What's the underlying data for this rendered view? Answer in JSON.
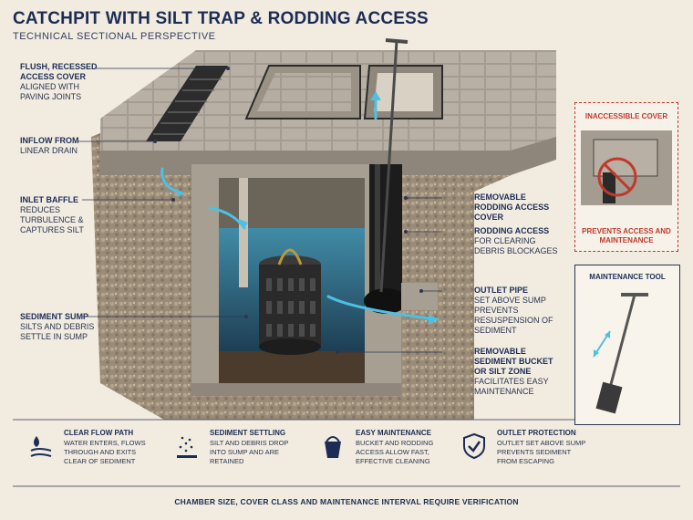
{
  "header": {
    "title": "CATCHPIT WITH SILT TRAP & RODDING ACCESS",
    "subtitle": "TECHNICAL SECTIONAL PERSPECTIVE"
  },
  "left_labels": [
    {
      "title": "FLUSH, RECESSED ACCESS COVER",
      "desc": "ALIGNED WITH PAVING JOINTS"
    },
    {
      "title": "INFLOW FROM",
      "desc": "LINEAR DRAIN"
    },
    {
      "title": "INLET BAFFLE",
      "desc": "REDUCES TURBULENCE & CAPTURES SILT"
    },
    {
      "title": "SEDIMENT SUMP",
      "desc": "SILTS AND DEBRIS SETTLE IN SUMP"
    }
  ],
  "right_labels": [
    {
      "title": "REMOVABLE RODDING ACCESS COVER",
      "desc": ""
    },
    {
      "title": "RODDING ACCESS",
      "desc": "FOR CLEARING DEBRIS BLOCKAGES"
    },
    {
      "title": "OUTLET PIPE",
      "desc": "SET ABOVE SUMP PREVENTS RESUSPENSION OF SEDIMENT"
    },
    {
      "title": "REMOVABLE SEDIMENT BUCKET OR SILT ZONE",
      "desc": "FACILITATES EASY MAINTENANCE"
    }
  ],
  "side_panels": {
    "inaccessible": {
      "title": "INACCESSIBLE COVER",
      "caption": "PREVENTS ACCESS AND MAINTENANCE"
    },
    "tool": {
      "title": "MAINTENANCE TOOL"
    }
  },
  "footer": [
    {
      "icon": "water-flow-icon",
      "title": "CLEAR FLOW PATH",
      "desc": "WATER ENTERS, FLOWS THROUGH AND EXITS CLEAR OF SEDIMENT"
    },
    {
      "icon": "sediment-dots-icon",
      "title": "SEDIMENT SETTLING",
      "desc": "SILT AND DEBRIS DROP INTO SUMP AND ARE RETAINED"
    },
    {
      "icon": "bucket-icon",
      "title": "EASY MAINTENANCE",
      "desc": "BUCKET AND RODDING ACCESS ALLOW FAST, EFFECTIVE CLEANING"
    },
    {
      "icon": "shield-check-icon",
      "title": "OUTLET PROTECTION",
      "desc": "OUTLET SET ABOVE SUMP PREVENTS SEDIMENT FROM ESCAPING"
    }
  ],
  "note": "CHAMBER SIZE, COVER CLASS AND MAINTENANCE INTERVAL REQUIRE VERIFICATION",
  "colors": {
    "title": "#1c2d55",
    "water": "#2e8fb8",
    "warning": "#c0392b",
    "concrete": "#b7ae9f"
  }
}
